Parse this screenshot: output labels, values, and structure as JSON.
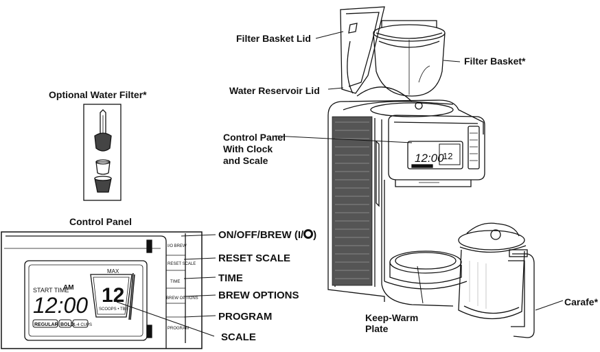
{
  "labels": {
    "filter_basket_lid": "Filter Basket Lid",
    "filter_basket": "Filter Basket*",
    "water_reservoir_lid": "Water Reservoir Lid",
    "control_panel_with_clock": "Control Panel\nWith Clock\nand Scale",
    "optional_water_filter": "Optional Water Filter*",
    "control_panel": "Control Panel",
    "keep_warm_plate": "Keep-Warm\nPlate",
    "carafe": "Carafe*"
  },
  "buttons": {
    "on_off_brew": "ON/OFF/BREW (I/",
    "on_off_brew_end": ")",
    "reset_scale": "RESET SCALE",
    "time": "TIME",
    "brew_options": "BREW OPTIONS",
    "program": "PROGRAM",
    "scale": "SCALE"
  },
  "display": {
    "start_time": "START TIME",
    "am": "AM",
    "clock": "12:00",
    "max": "MAX",
    "scale_value": "12",
    "scoops": "SCOOPS • TBS",
    "regular": "REGULAR",
    "bold": "BOLD",
    "cups": "1-4 CUPS"
  },
  "panel_buttons": {
    "brew": "I/O BREW",
    "reset_scale": "RESET SCALE",
    "time": "TIME",
    "brew_options": "BREW OPTIONS",
    "program": "PROGRAM"
  }
}
